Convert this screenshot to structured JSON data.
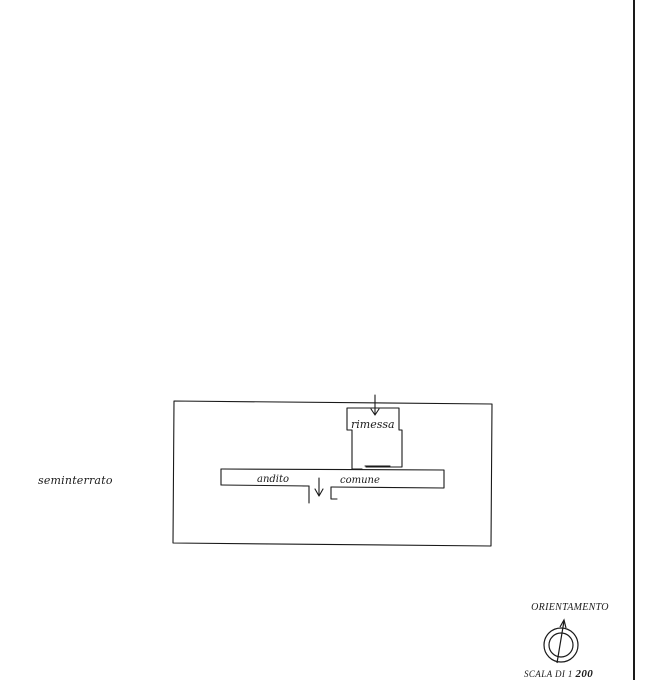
{
  "floor_label": "seminterrato",
  "rooms": {
    "garage": "rimessa",
    "corridor_left": "andito",
    "corridor_right": "comune"
  },
  "orientation_label": "ORIENTAMENTO",
  "scale": {
    "prefix": "SCALA DI 1",
    "value": "200"
  },
  "colors": {
    "ink": "#1a1a1a",
    "paper": "#ffffff"
  },
  "icons": {
    "compass": "north-arrow-compass-icon",
    "entrance_arrow": "arrow-down-icon"
  }
}
